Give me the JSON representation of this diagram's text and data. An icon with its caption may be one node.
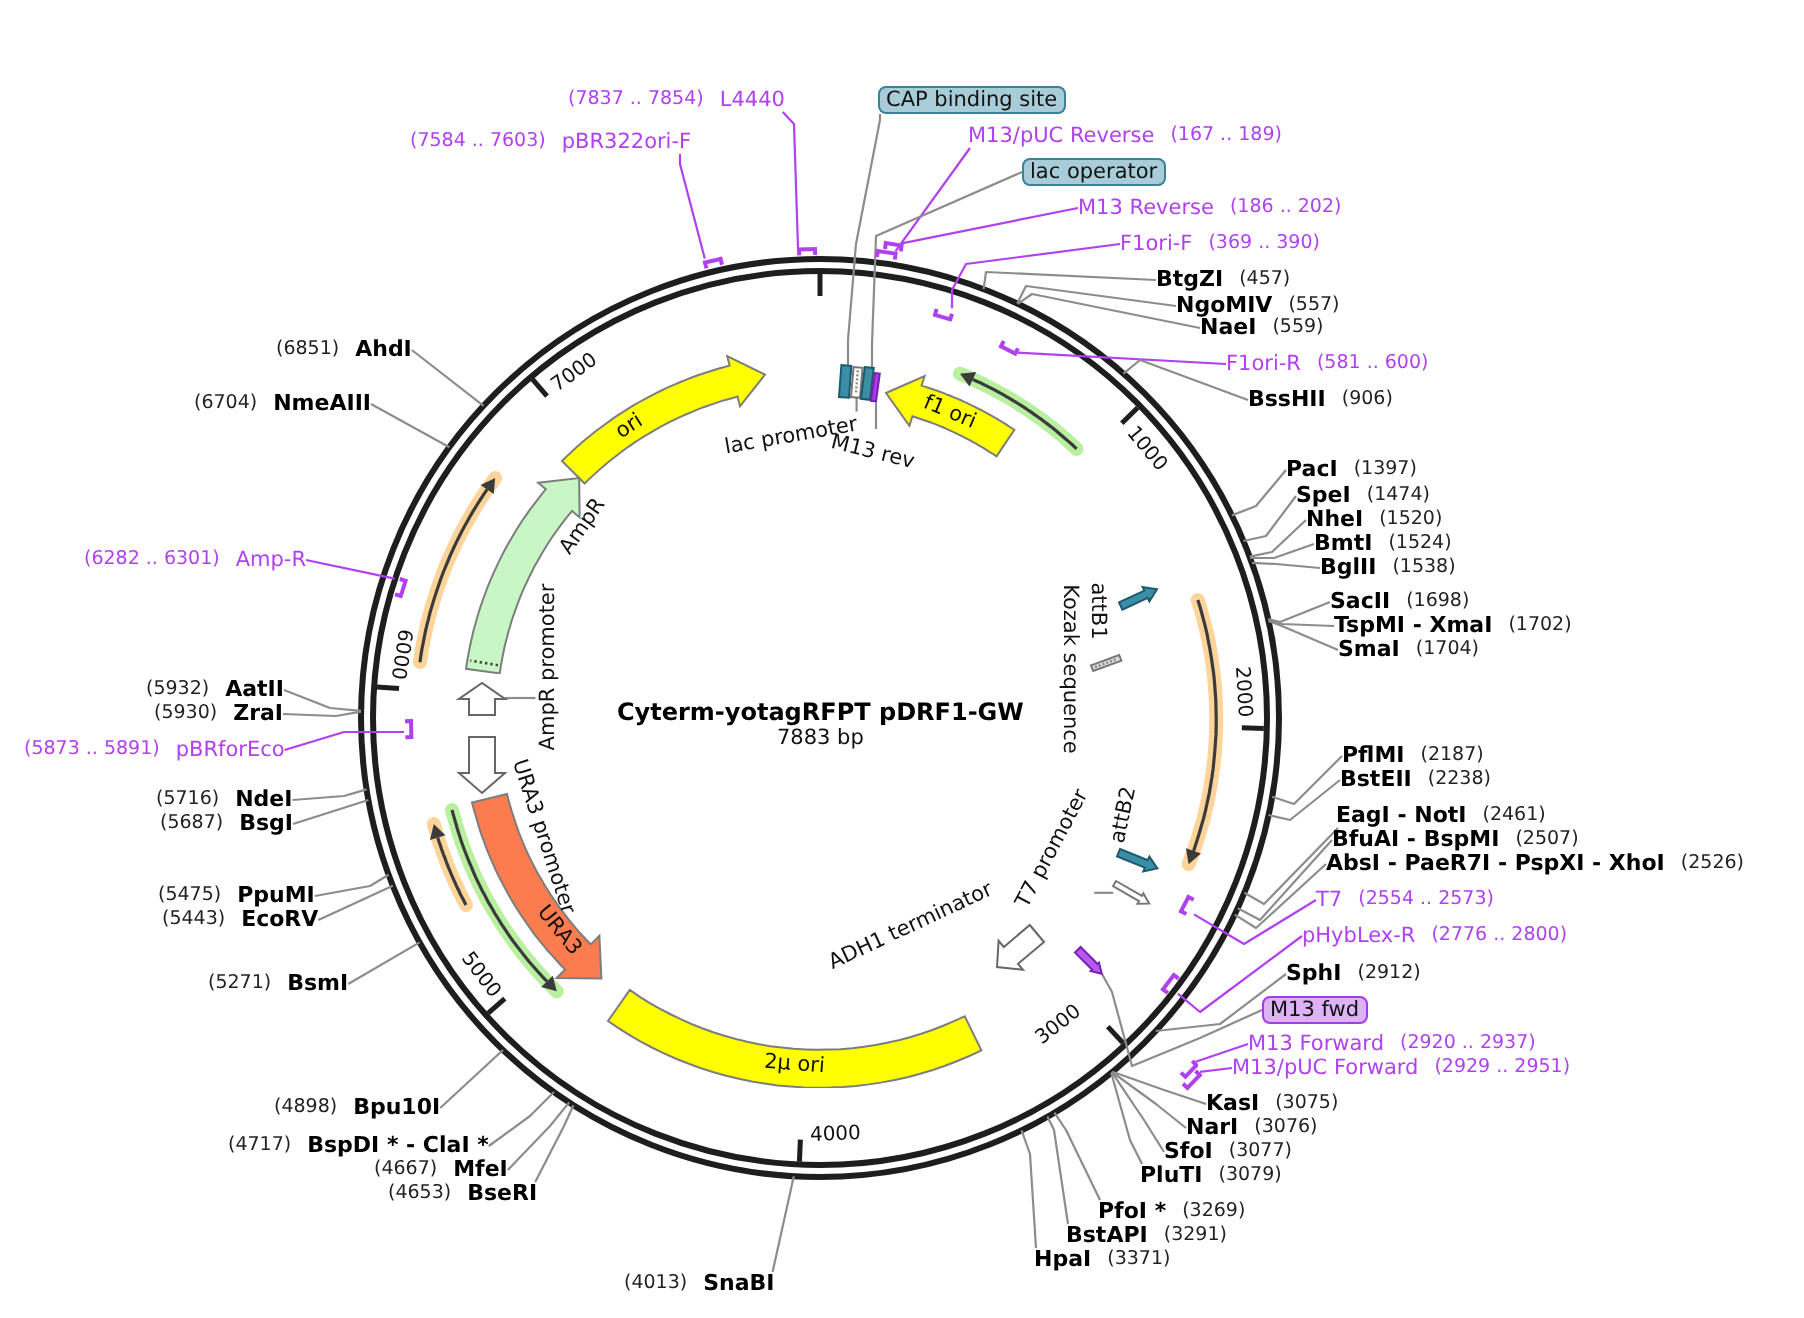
{
  "diagram": {
    "title": "Cyterm-yotagRFPT pDRF1-GW",
    "nodes": [
      {
        "text": [
          "(7584 .. 7603)",
          "pBR322ori-F"
        ]
      },
      {
        "text": [],
        "shape": "bar"
      },
      {
        "text": [
          "(7837 .. 7854)",
          "L4440"
        ]
      },
      {
        "text": [],
        "shape": "bar"
      },
      {
        "text": [
          "CAP binding site"
        ]
      },
      {
        "text": [
          "M13/pUC Reverse",
          "(167 .. 189)"
        ]
      },
      {
        "text": [],
        "shape": "bar"
      },
      {
        "text": [
          "lac operator"
        ]
      },
      {
        "text": [
          "M13 Reverse",
          "(186 .. 202)"
        ]
      },
      {
        "text": [],
        "shape": "bar"
      },
      {
        "text": [
          "F1ori-F",
          "(369 .. 390)"
        ]
      },
      {
        "text": [],
        "shape": "bar"
      },
      {
        "text": [
          "BtgZI",
          "(457)"
        ]
      },
      {
        "text": [
          "NgoMIV",
          "(557)"
        ]
      },
      {
        "text": [
          "NaeI",
          "(559)"
        ]
      },
      {
        "text": [
          "F1ori-R",
          "(581 .. 600)"
        ]
      },
      {
        "text": [],
        "shape": "bar"
      },
      {
        "text": [
          "BssHII",
          "(906)"
        ]
      },
      {
        "text": [
          "PacI",
          "(1397)"
        ]
      },
      {
        "text": [
          "SpeI",
          "(1474)"
        ]
      },
      {
        "text": [
          "NheI",
          "(1520)"
        ]
      },
      {
        "text": [
          "BmtI",
          "(1524)"
        ]
      },
      {
        "text": [
          "BglII",
          "(1538)"
        ]
      },
      {
        "text": [
          "SacII",
          "(1698)"
        ]
      },
      {
        "text": [
          "TspMI - XmaI",
          "(1702)"
        ]
      },
      {
        "text": [
          "SmaI",
          "(1704)"
        ]
      },
      {
        "text": [
          "PflMI",
          "(2187)"
        ]
      },
      {
        "text": [
          "BstEII",
          "(2238)"
        ]
      },
      {
        "text": [
          "EagI - NotI",
          "(2461)"
        ]
      },
      {
        "text": [
          "BfuAI - BspMI",
          "(2507)"
        ]
      },
      {
        "text": [
          "AbsI - PaeR7I - PspXI - XhoI",
          "(2526)"
        ]
      },
      {
        "text": [
          "T7",
          "(2554 .. 2573)"
        ]
      },
      {
        "text": [],
        "shape": "bar"
      },
      {
        "text": [
          "pHybLex-R",
          "(2776 .. 2800)"
        ]
      },
      {
        "text": [],
        "shape": "bar"
      },
      {
        "text": [
          "SphI",
          "(2912)"
        ]
      },
      {
        "text": [
          "M13 fwd"
        ]
      },
      {
        "text": [
          "M13 Forward",
          "(2920 .. 2937)"
        ]
      },
      {
        "text": [],
        "shape": "bar"
      },
      {
        "text": [
          "M13/pUC Forward",
          "(2929 .. 2951)"
        ]
      },
      {
        "text": [],
        "shape": "bar"
      },
      {
        "text": [
          "KasI",
          "(3075)"
        ]
      },
      {
        "text": [
          "NarI",
          "(3076)"
        ]
      },
      {
        "text": [
          "SfoI",
          "(3077)"
        ]
      },
      {
        "text": [
          "PluTI",
          "(3079)"
        ]
      },
      {
        "text": [
          "PfoI *",
          "(3269)"
        ]
      },
      {
        "text": [
          "BstAPI",
          "(3291)"
        ]
      },
      {
        "text": [
          "HpaI",
          "(3371)"
        ]
      },
      {
        "text": [
          "(4013)",
          "SnaBI"
        ]
      },
      {
        "text": [
          "(4653)",
          "BseRI"
        ]
      },
      {
        "text": [
          "(4667)",
          "MfeI"
        ]
      },
      {
        "text": [
          "(4717)",
          "BspDI * - ClaI *"
        ]
      },
      {
        "text": [
          "(4898)",
          "Bpu10I"
        ]
      },
      {
        "text": [
          "(5271)",
          "BsmI"
        ]
      },
      {
        "text": [
          "(5443)",
          "EcoRV"
        ]
      },
      {
        "text": [
          "(5475)",
          "PpuMI"
        ]
      },
      {
        "text": [
          "(5687)",
          "BsgI"
        ]
      },
      {
        "text": [
          "(5716)",
          "NdeI"
        ]
      },
      {
        "text": [
          "(5873 .. 5891)",
          "pBRforEco"
        ]
      },
      {
        "text": [],
        "shape": "bar"
      },
      {
        "text": [
          "(5930)",
          "ZraI"
        ]
      },
      {
        "text": [
          "(5932)",
          "AatII"
        ]
      },
      {
        "text": [
          "(6282 .. 6301)",
          "Amp-R"
        ]
      },
      {
        "text": [],
        "shape": "bar"
      },
      {
        "text": [
          "(6704)",
          "NmeAIII"
        ]
      },
      {
        "text": [
          "(6851)",
          "AhdI"
        ]
      },
      {
        "text": [
          "ori"
        ]
      },
      {
        "text": [
          "lac promoter"
        ]
      },
      {
        "text": [],
        "shape": "box"
      },
      {
        "text": [],
        "shape": "box"
      },
      {
        "text": [],
        "shape": "box"
      },
      {
        "text": [],
        "shape": "box"
      },
      {
        "text": [
          "M13 rev"
        ]
      },
      {
        "text": [
          "f1 ori"
        ]
      },
      {
        "text": [],
        "shape": "arrow"
      },
      {
        "text": [],
        "shape": "arrow",
        "beside": [
          "attB1"
        ]
      },
      {
        "text": [],
        "shape": "box",
        "beside": [
          "Kozak sequence"
        ]
      },
      {
        "text": [],
        "shape": "arrow"
      },
      {
        "text": [],
        "shape": "arrow",
        "beside": [
          "attB2"
        ]
      },
      {
        "text": [
          "T7 promoter"
        ]
      },
      {
        "text": [],
        "shape": "arrow",
        "beside": [
          "ADH1 terminator"
        ]
      },
      {
        "text": [],
        "shape": "arrow"
      },
      {
        "text": [
          "2µ ori"
        ]
      },
      {
        "text": [
          "URA3"
        ]
      },
      {
        "text": [],
        "shape": "arrow"
      },
      {
        "text": [],
        "shape": "arrow"
      },
      {
        "text": [],
        "shape": "arrow",
        "beside": [
          "URA3 promoter"
        ]
      },
      {
        "text": [],
        "shape": "arrow"
      },
      {
        "text": [
          "AmpR promoter"
        ]
      },
      {
        "text": [
          "AmpR"
        ]
      },
      {
        "text": [],
        "shape": "arrow"
      },
      {
        "text": [],
        "shape": "arrow"
      }
    ],
    "edges": [
      {
        "from": 0,
        "to": 1,
        "arrow": "none",
        "color": "#b040f0"
      },
      {
        "from": 2,
        "to": 3,
        "arrow": "none",
        "color": "#b040f0"
      },
      {
        "from": 4,
        "to": 68,
        "arrow": "none"
      },
      {
        "from": 5,
        "to": 6,
        "arrow": "none",
        "color": "#b040f0"
      },
      {
        "from": 7,
        "to": 70,
        "arrow": "none"
      },
      {
        "from": 8,
        "to": 9,
        "arrow": "none",
        "color": "#b040f0"
      },
      {
        "from": 10,
        "to": 11,
        "arrow": "none",
        "color": "#b040f0"
      },
      {
        "from": 12,
        "to": null,
        "arrow": "none"
      },
      {
        "from": 13,
        "to": null,
        "arrow": "none"
      },
      {
        "from": 14,
        "to": null,
        "arrow": "none"
      },
      {
        "from": 15,
        "to": 16,
        "arrow": "none",
        "color": "#b040f0"
      },
      {
        "from": 17,
        "to": null,
        "arrow": "none"
      },
      {
        "from": 18,
        "to": null,
        "arrow": "none"
      },
      {
        "from": 19,
        "to": null,
        "arrow": "none"
      },
      {
        "from": 20,
        "to": null,
        "arrow": "none"
      },
      {
        "from": 21,
        "to": null,
        "arrow": "none"
      },
      {
        "from": 22,
        "to": null,
        "arrow": "none"
      },
      {
        "from": 23,
        "to": null,
        "arrow": "none"
      },
      {
        "from": 24,
        "to": null,
        "arrow": "none"
      },
      {
        "from": 25,
        "to": null,
        "arrow": "none"
      },
      {
        "from": 26,
        "to": null,
        "arrow": "none"
      },
      {
        "from": 27,
        "to": null,
        "arrow": "none"
      },
      {
        "from": 28,
        "to": null,
        "arrow": "none"
      },
      {
        "from": 29,
        "to": null,
        "arrow": "none"
      },
      {
        "from": 30,
        "to": null,
        "arrow": "none"
      },
      {
        "from": 31,
        "to": 32,
        "arrow": "none",
        "color": "#b040f0"
      },
      {
        "from": 33,
        "to": 34,
        "arrow": "none",
        "color": "#b040f0"
      },
      {
        "from": 35,
        "to": null,
        "arrow": "none"
      },
      {
        "from": 36,
        "to": 81,
        "arrow": "none"
      },
      {
        "from": 37,
        "to": 38,
        "arrow": "none",
        "color": "#b040f0"
      },
      {
        "from": 39,
        "to": 40,
        "arrow": "none",
        "color": "#b040f0"
      },
      {
        "from": 41,
        "to": null,
        "arrow": "none"
      },
      {
        "from": 42,
        "to": null,
        "arrow": "none"
      },
      {
        "from": 43,
        "to": null,
        "arrow": "none"
      },
      {
        "from": 44,
        "to": null,
        "arrow": "none"
      },
      {
        "from": 45,
        "to": null,
        "arrow": "none"
      },
      {
        "from": 46,
        "to": null,
        "arrow": "none"
      },
      {
        "from": 47,
        "to": null,
        "arrow": "none"
      },
      {
        "from": 48,
        "to": null,
        "arrow": "none"
      },
      {
        "from": 49,
        "to": null,
        "arrow": "none"
      },
      {
        "from": 50,
        "to": null,
        "arrow": "none"
      },
      {
        "from": 51,
        "to": null,
        "arrow": "none"
      },
      {
        "from": 52,
        "to": null,
        "arrow": "none"
      },
      {
        "from": 53,
        "to": null,
        "arrow": "none"
      },
      {
        "from": 54,
        "to": null,
        "arrow": "none"
      },
      {
        "from": 55,
        "to": null,
        "arrow": "none"
      },
      {
        "from": 56,
        "to": null,
        "arrow": "none"
      },
      {
        "from": 57,
        "to": null,
        "arrow": "none"
      },
      {
        "from": 58,
        "to": 59,
        "arrow": "none",
        "color": "#b040f0"
      },
      {
        "from": 60,
        "to": null,
        "arrow": "none"
      },
      {
        "from": 61,
        "to": null,
        "arrow": "none"
      },
      {
        "from": 62,
        "to": 63,
        "arrow": "none",
        "color": "#b040f0"
      },
      {
        "from": 64,
        "to": null,
        "arrow": "none"
      },
      {
        "from": 65,
        "to": null,
        "arrow": "none"
      },
      {
        "from": 67,
        "to": 69,
        "arrow": "none"
      },
      {
        "from": 72,
        "to": 71,
        "arrow": "none"
      },
      {
        "from": 88,
        "to": 87,
        "arrow": "none"
      },
      {
        "from": 79,
        "to": 91,
        "arrow": "none"
      }
    ],
    "labels": [
      "7883 bp",
      "1000",
      "2000",
      "3000",
      "4000",
      "5000",
      "6000",
      "7000"
    ]
  }
}
